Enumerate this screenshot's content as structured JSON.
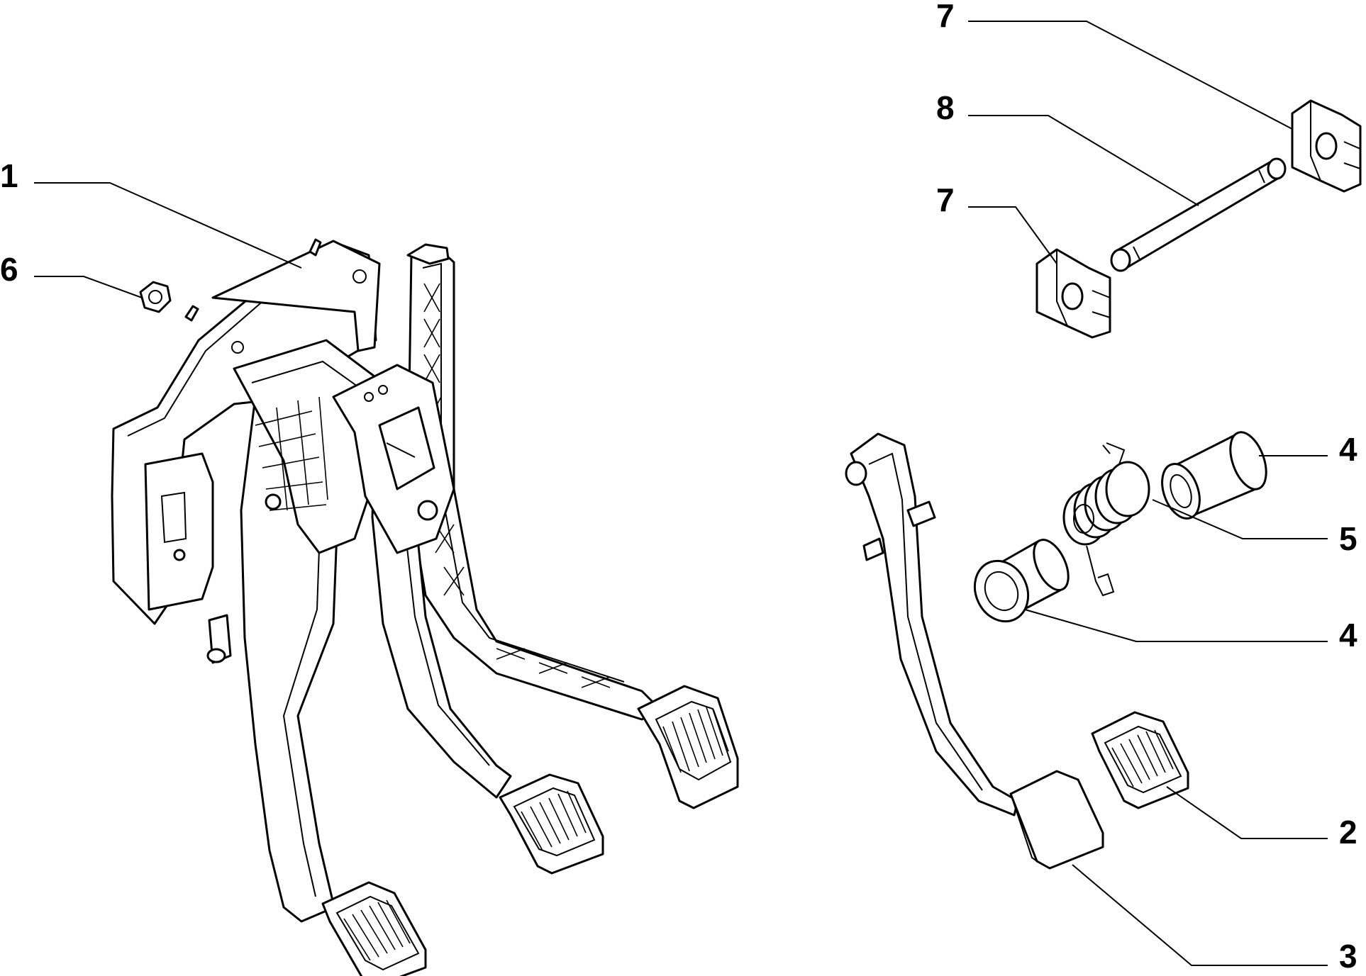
{
  "callouts": [
    {
      "id": "c1",
      "label": "1"
    },
    {
      "id": "c2",
      "label": "2"
    },
    {
      "id": "c3",
      "label": "3"
    },
    {
      "id": "c4a",
      "label": "4"
    },
    {
      "id": "c4b",
      "label": "4"
    },
    {
      "id": "c5",
      "label": "5"
    },
    {
      "id": "c6",
      "label": "6"
    },
    {
      "id": "c7a",
      "label": "7"
    },
    {
      "id": "c7b",
      "label": "7"
    },
    {
      "id": "c8",
      "label": "8"
    }
  ]
}
